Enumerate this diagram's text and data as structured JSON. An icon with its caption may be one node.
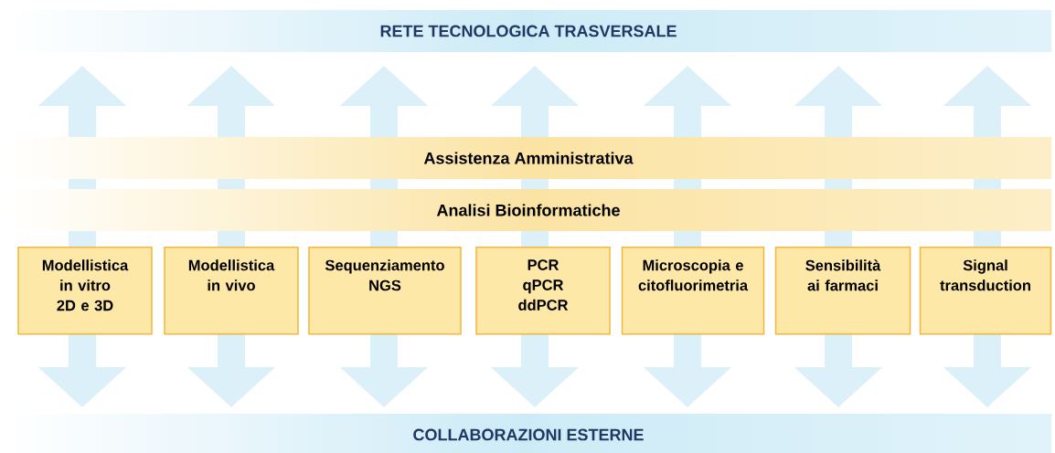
{
  "diagram": {
    "nodes": [
      {
        "text": [
          "RETE TECNOLOGICA TRASVERSALE"
        ]
      },
      {
        "text": [
          "Assistenza Amministrativa"
        ]
      },
      {
        "text": [
          "Analisi Bioinformatiche"
        ]
      },
      {
        "text": [
          "Modellistica in vitro 2D e 3D"
        ]
      },
      {
        "text": [
          "Modellistica in vivo"
        ]
      },
      {
        "text": [
          "Sequenziamento NGS"
        ]
      },
      {
        "text": [
          "PCR qPCR ddPCR"
        ]
      },
      {
        "text": [
          "Microscopia e citofluorimetria"
        ]
      },
      {
        "text": [
          "Sensibilità ai farmaci"
        ]
      },
      {
        "text": [
          "Signal transduction"
        ]
      },
      {
        "text": [
          "COLLABORAZIONI ESTERNE"
        ]
      }
    ]
  }
}
